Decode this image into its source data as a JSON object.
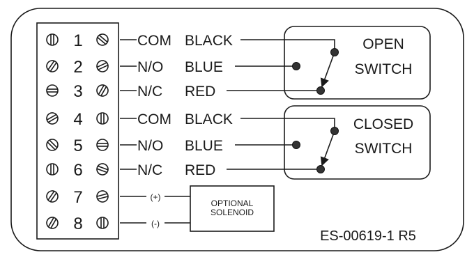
{
  "terminals": [
    {
      "number": "1",
      "function": "COM",
      "wire": "BLACK"
    },
    {
      "number": "2",
      "function": "N/O",
      "wire": "BLUE"
    },
    {
      "number": "3",
      "function": "N/C",
      "wire": "RED"
    },
    {
      "number": "4",
      "function": "COM",
      "wire": "BLACK"
    },
    {
      "number": "5",
      "function": "N/O",
      "wire": "BLUE"
    },
    {
      "number": "6",
      "function": "N/C",
      "wire": "RED"
    },
    {
      "number": "7",
      "function": "(+)",
      "wire": ""
    },
    {
      "number": "8",
      "function": "(-)",
      "wire": ""
    }
  ],
  "switches": [
    {
      "line1": "OPEN",
      "line2": "SWITCH"
    },
    {
      "line1": "CLOSED",
      "line2": "SWITCH"
    }
  ],
  "solenoid": {
    "line1": "OPTIONAL",
    "line2": "SOLENOID"
  },
  "part_number": "ES-00619-1 R5"
}
